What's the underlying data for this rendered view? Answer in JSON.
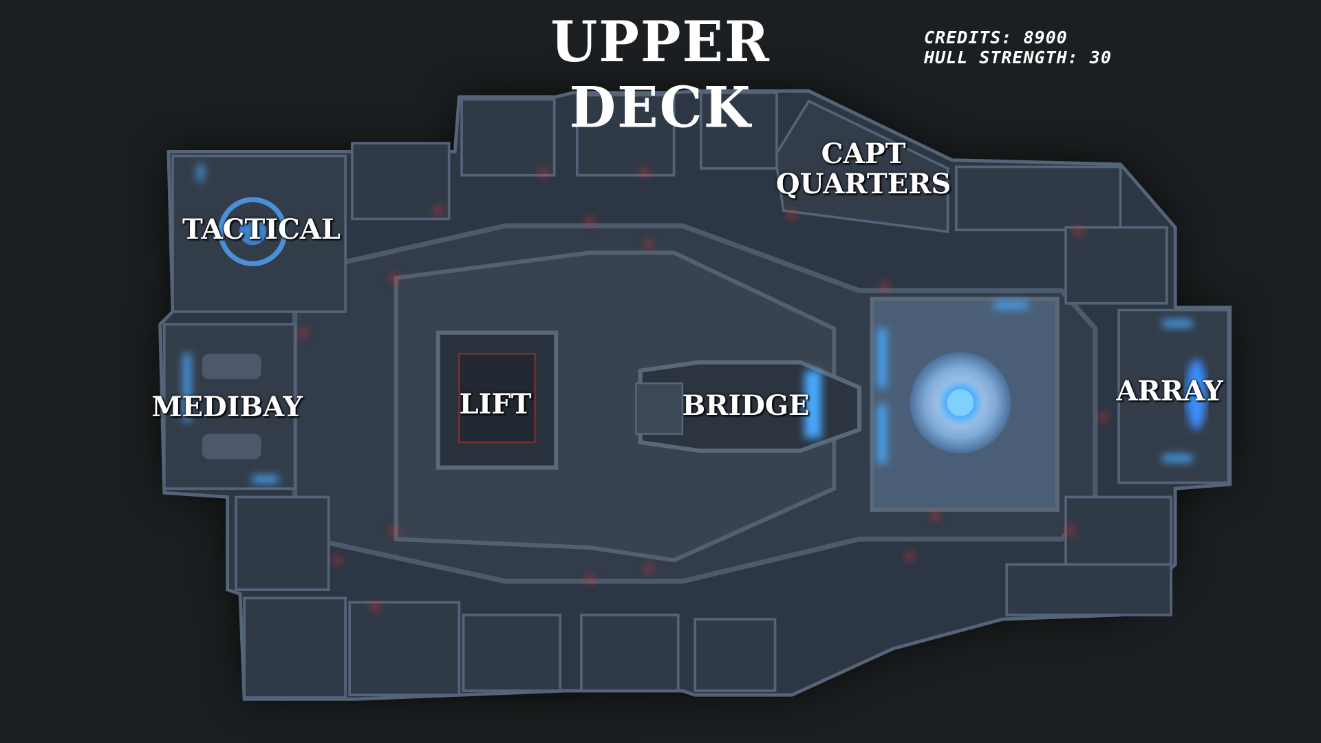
{
  "header": {
    "title": "UPPER DECK"
  },
  "stats": {
    "credits": "CREDITS: 8900",
    "hull": "HULL STRENGTH: 30"
  },
  "rooms": {
    "tactical": "TACTICAL",
    "medibay": "MEDIBAY",
    "lift": "LIFT",
    "bridge": "BRIDGE",
    "capt_line1": "CAPT",
    "capt_line2": "QUARTERS",
    "array": "ARRAY"
  },
  "colors": {
    "hull": "#2c3644",
    "floor": "#35404f",
    "glow_blue": "#4aa8ff",
    "glow_red": "#ff3030"
  }
}
